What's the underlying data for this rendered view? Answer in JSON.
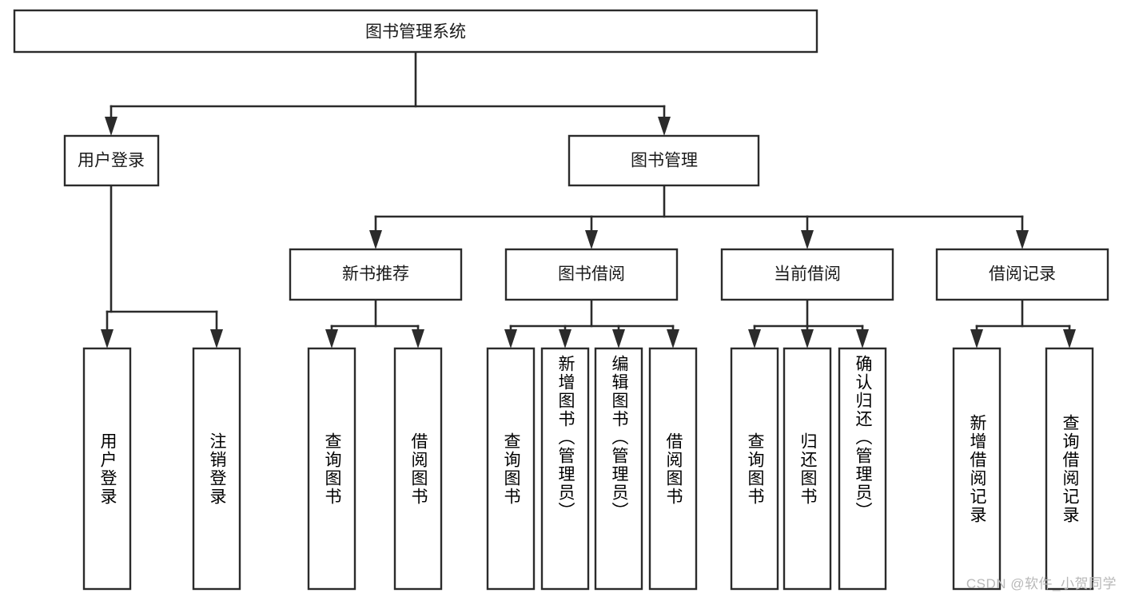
{
  "diagram": {
    "type": "tree",
    "title": "图书管理系统",
    "watermark": "CSDN @软件_小贺同学",
    "colors": {
      "stroke": "#2b2b2b",
      "box_fill": "#ffffff",
      "text": "#1a1a1a",
      "watermark": "#b8b8b8",
      "background": "#ffffff"
    },
    "nodes": {
      "root": {
        "label": "图书管理系统",
        "orientation": "horizontal",
        "level": 1
      },
      "l2_user_login": {
        "label": "用户登录",
        "orientation": "horizontal",
        "level": 2
      },
      "l2_book_manage": {
        "label": "图书管理",
        "orientation": "horizontal",
        "level": 2
      },
      "l3_new_book_rec": {
        "label": "新书推荐",
        "orientation": "horizontal",
        "level": 3
      },
      "l3_book_borrow": {
        "label": "图书借阅",
        "orientation": "horizontal",
        "level": 3
      },
      "l3_current_borrow": {
        "label": "当前借阅",
        "orientation": "horizontal",
        "level": 3
      },
      "l3_borrow_record": {
        "label": "借阅记录",
        "orientation": "horizontal",
        "level": 3
      },
      "leaf_user_login": {
        "label": "用户登录",
        "orientation": "vertical",
        "level": 4
      },
      "leaf_logout_login": {
        "label": "注销登录",
        "orientation": "vertical",
        "level": 4
      },
      "leaf_query_book_a": {
        "label": "查询图书",
        "orientation": "vertical",
        "level": 4
      },
      "leaf_borrow_book_a": {
        "label": "借阅图书",
        "orientation": "vertical",
        "level": 4
      },
      "leaf_query_book_b": {
        "label": "查询图书",
        "orientation": "vertical",
        "level": 4
      },
      "leaf_add_book": {
        "label": "新增图书（管理员）",
        "orientation": "vertical",
        "level": 4
      },
      "leaf_edit_book": {
        "label": "编辑图书（管理员）",
        "orientation": "vertical",
        "level": 4
      },
      "leaf_borrow_book_b": {
        "label": "借阅图书",
        "orientation": "vertical",
        "level": 4
      },
      "leaf_query_book_c": {
        "label": "查询图书",
        "orientation": "vertical",
        "level": 4
      },
      "leaf_return_book": {
        "label": "归还图书",
        "orientation": "vertical",
        "level": 4
      },
      "leaf_confirm_return": {
        "label": "确认归还（管理员）",
        "orientation": "vertical",
        "level": 4
      },
      "leaf_add_record": {
        "label": "新增借阅记录",
        "orientation": "vertical",
        "level": 4
      },
      "leaf_query_record": {
        "label": "查询借阅记录",
        "orientation": "vertical",
        "level": 4
      }
    },
    "edges": [
      {
        "from": "root",
        "to": "l2_user_login"
      },
      {
        "from": "root",
        "to": "l2_book_manage"
      },
      {
        "from": "l2_user_login",
        "to": "leaf_user_login"
      },
      {
        "from": "l2_user_login",
        "to": "leaf_logout_login"
      },
      {
        "from": "l2_book_manage",
        "to": "l3_new_book_rec"
      },
      {
        "from": "l2_book_manage",
        "to": "l3_book_borrow"
      },
      {
        "from": "l2_book_manage",
        "to": "l3_current_borrow"
      },
      {
        "from": "l2_book_manage",
        "to": "l3_borrow_record"
      },
      {
        "from": "l3_new_book_rec",
        "to": "leaf_query_book_a"
      },
      {
        "from": "l3_new_book_rec",
        "to": "leaf_borrow_book_a"
      },
      {
        "from": "l3_book_borrow",
        "to": "leaf_query_book_b"
      },
      {
        "from": "l3_book_borrow",
        "to": "leaf_add_book"
      },
      {
        "from": "l3_book_borrow",
        "to": "leaf_edit_book"
      },
      {
        "from": "l3_book_borrow",
        "to": "leaf_borrow_book_b"
      },
      {
        "from": "l3_current_borrow",
        "to": "leaf_query_book_c"
      },
      {
        "from": "l3_current_borrow",
        "to": "leaf_return_book"
      },
      {
        "from": "l3_current_borrow",
        "to": "leaf_confirm_return"
      },
      {
        "from": "l3_borrow_record",
        "to": "leaf_add_record"
      },
      {
        "from": "l3_borrow_record",
        "to": "leaf_query_record"
      }
    ]
  }
}
